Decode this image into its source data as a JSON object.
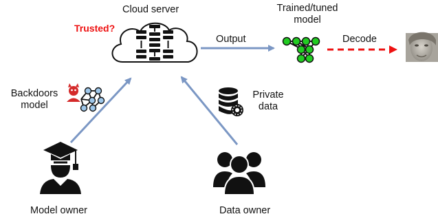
{
  "labels": {
    "cloud_server": "Cloud server",
    "trusted": "Trusted?",
    "output": "Output",
    "trained_line1": "Trained/tuned",
    "trained_line2": "model",
    "decode": "Decode",
    "backdoors_line1": "Backdoors",
    "backdoors_line2": "model",
    "private_line1": "Private",
    "private_line2": "data",
    "model_owner": "Model owner",
    "data_owner": "Data owner"
  },
  "colors": {
    "flow_arrow": "#7b97c4",
    "decode_arrow": "#ee1111",
    "trained_nodes": "#22cc22",
    "backdoor_nodes": "#9ec7ea",
    "devil": "#d42a2a",
    "trusted_text": "#ee1111",
    "icons": "#111111"
  },
  "icons": {
    "server": "cloud-server-icon",
    "trained": "neural-network-icon",
    "decoded": "face-photo-icon",
    "backdoor": "devil-neural-network-icon",
    "private": "database-lock-icon",
    "model_owner": "graduate-user-icon",
    "data_owner": "group-users-icon"
  }
}
